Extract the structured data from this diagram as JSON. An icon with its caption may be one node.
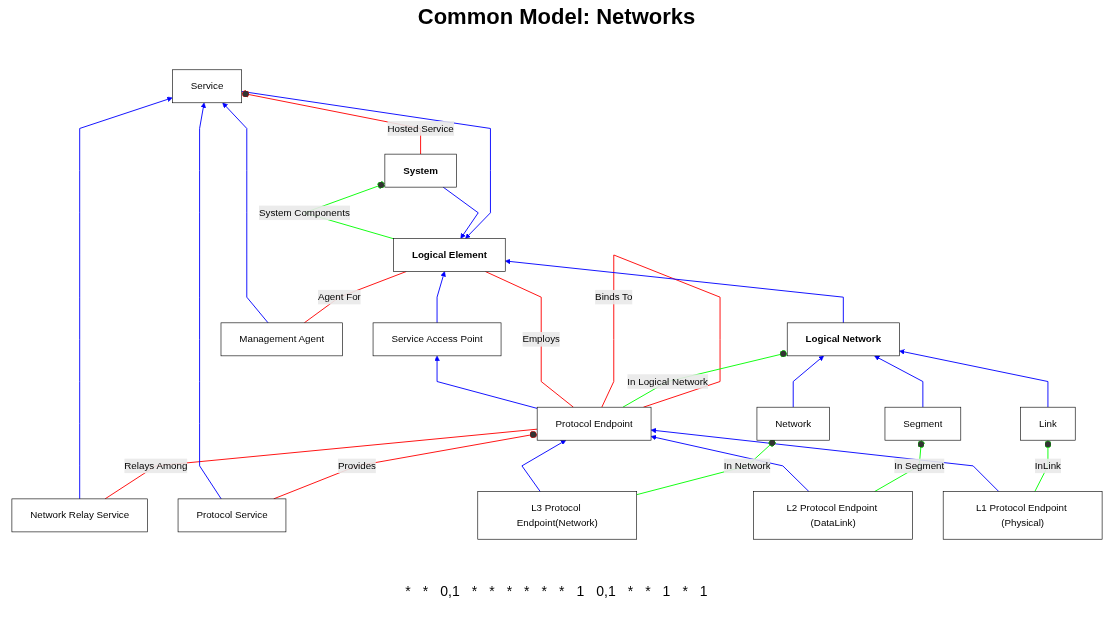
{
  "diagram": {
    "title": "Common Model: Networks",
    "nodes": [
      {
        "text": [
          "Logical Element"
        ]
      },
      {
        "text": [
          "Service"
        ]
      },
      {
        "text": [
          "System"
        ]
      },
      {
        "text": [
          "Service Access Point"
        ]
      },
      {
        "text": [
          "Logical Network"
        ]
      },
      {
        "text": [
          "Management Agent"
        ]
      },
      {
        "text": [
          "Network Relay Service"
        ]
      },
      {
        "text": [
          "Protocol Service"
        ]
      },
      {
        "text": [
          "Protocol  Endpoint"
        ]
      },
      {
        "text": [
          "Network"
        ]
      },
      {
        "text": [
          "Segment"
        ]
      },
      {
        "text": [
          "L3 Protocol Endpoint(Network)"
        ]
      },
      {
        "text": [
          "L2 Protocol Endpoint (DataLink)"
        ]
      },
      {
        "text": [
          "L1 Protocol Endpoint (Physical)"
        ]
      },
      {
        "text": [
          "Link"
        ]
      }
    ],
    "edges": [
      {
        "from": 1,
        "to": 0,
        "arrow": "to"
      },
      {
        "from": 2,
        "to": 0,
        "arrow": "to"
      },
      {
        "from": 3,
        "to": 0,
        "arrow": "to"
      },
      {
        "from": 4,
        "to": 0,
        "arrow": "to"
      },
      {
        "from": 5,
        "to": 1,
        "arrow": "to"
      },
      {
        "from": 6,
        "to": 1,
        "arrow": "to"
      },
      {
        "from": 7,
        "to": 1,
        "arrow": "to"
      },
      {
        "from": 8,
        "to": 3,
        "arrow": "to"
      },
      {
        "from": 9,
        "to": 4,
        "arrow": "to"
      },
      {
        "from": 10,
        "to": 4,
        "arrow": "to"
      },
      {
        "from": 14,
        "to": 4,
        "arrow": "to"
      },
      {
        "from": 11,
        "to": 8,
        "arrow": "to"
      },
      {
        "from": 12,
        "to": 8,
        "arrow": "to"
      },
      {
        "from": 13,
        "to": 8,
        "arrow": "to"
      },
      {
        "from": 5,
        "to": 0,
        "arrow": "none",
        "label": "Agent For",
        "color": "#ff0000"
      },
      {
        "from": 0,
        "to": 2,
        "arrow": "other",
        "label": "System Components",
        "color": "#00ff00"
      },
      {
        "from": 8,
        "to": 0,
        "arrow": "none",
        "label": "Employs",
        "color": "#ff0000"
      },
      {
        "from": 2,
        "to": 1,
        "arrow": "other",
        "label": "Hosted Service",
        "color": "#ff0000"
      },
      {
        "from": 8,
        "to": 8,
        "arrow": "none",
        "label": "Binds To",
        "color": "#ff0000"
      },
      {
        "from": 7,
        "to": 8,
        "arrow": "other",
        "label": "Provides",
        "color": "#ff0000"
      },
      {
        "from": 6,
        "to": 8,
        "arrow": "none",
        "label": "Relays Among",
        "color": "#ff0000"
      },
      {
        "from": 8,
        "to": 4,
        "arrow": "other",
        "label": "In Logical Network",
        "color": "#00ff00"
      },
      {
        "from": 11,
        "to": 9,
        "arrow": "other",
        "label": "In Network",
        "color": "#00ff00"
      },
      {
        "from": 12,
        "to": 10,
        "arrow": "other",
        "label": "In Segment",
        "color": "#00ff00"
      },
      {
        "from": 13,
        "to": 14,
        "arrow": "other",
        "label": "InLink",
        "color": "#00ff00"
      }
    ],
    "labels": [
      "*",
      "*",
      "0,1",
      "*",
      "*",
      "*",
      "*",
      "*",
      "*",
      "1",
      "0,1",
      "*",
      "*",
      "1",
      "*",
      "1"
    ]
  }
}
